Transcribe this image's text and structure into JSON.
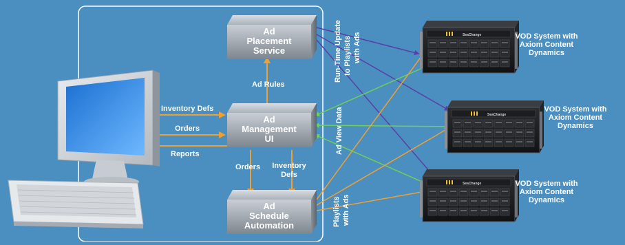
{
  "colors": {
    "background": "#4a8fbf",
    "orange_flow": "#f0a030",
    "purple_flow": "#5a3fa8",
    "green_flow": "#6fcf5a",
    "label_text": "#ffffff"
  },
  "boxes": {
    "placement": [
      "Ad",
      "Placement",
      "Service"
    ],
    "management": [
      "Ad",
      "Management",
      "UI"
    ],
    "schedule": [
      "Ad",
      "Schedule",
      "Automation"
    ]
  },
  "labels": {
    "inventory_defs": "Inventory Defs",
    "orders": "Orders",
    "reports": "Reports",
    "ad_rules": "Ad Rules",
    "orders_down": "Orders",
    "inventory_defs_down": [
      "Inventory",
      "Defs"
    ]
  },
  "vertical_labels": {
    "runtime_update": [
      "Run-Time Update",
      "to Playlists",
      "with Ads"
    ],
    "ad_view_data": "Ad View Data",
    "playlists": [
      "Playlists",
      "with Ads"
    ]
  },
  "vod": {
    "brand": "SeaChange",
    "systems": [
      {
        "lines": [
          "VOD System with",
          "Axiom Content",
          "Dynamics"
        ]
      },
      {
        "lines": [
          "VOD System with",
          "Axiom Content",
          "Dynamics"
        ]
      },
      {
        "lines": [
          "VOD System with",
          "Axiom Content",
          "Dynamics"
        ]
      }
    ]
  }
}
